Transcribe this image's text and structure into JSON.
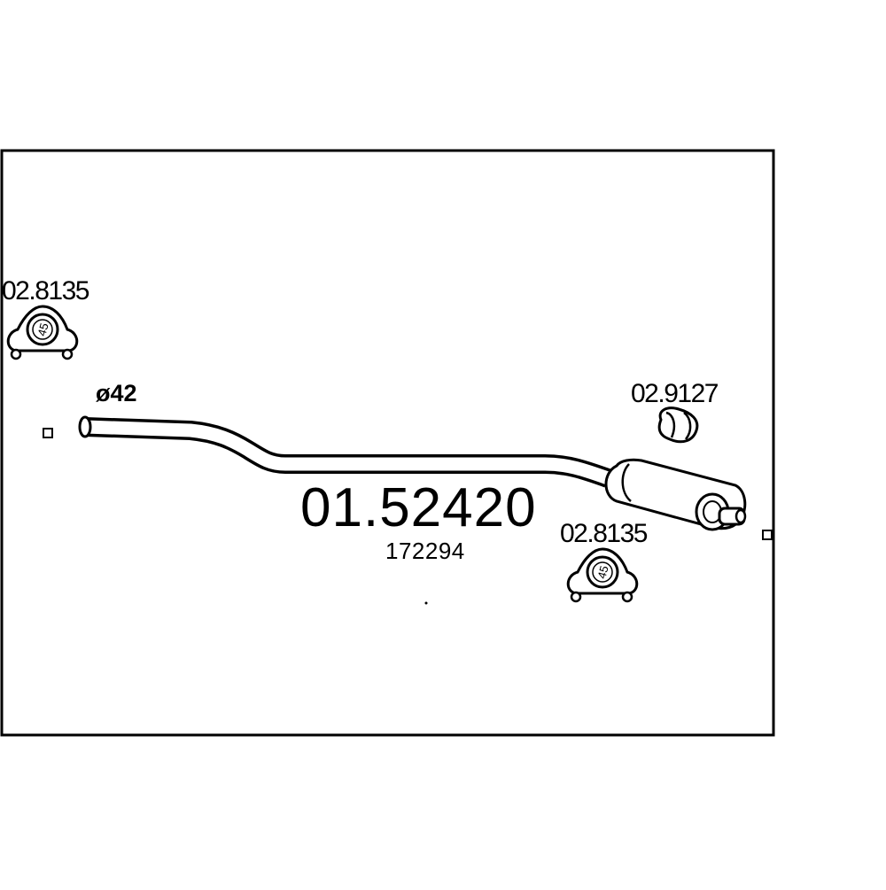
{
  "diagram": {
    "part_number": "01.52420",
    "reference_number": "172294",
    "diameter_label": "ø42",
    "components": [
      {
        "code": "02.8135",
        "ring_label": "45"
      },
      {
        "code": "02.9127"
      },
      {
        "code": "02.8135",
        "ring_label": "45"
      }
    ]
  },
  "colors": {
    "line": "#000000",
    "background": "#ffffff"
  }
}
